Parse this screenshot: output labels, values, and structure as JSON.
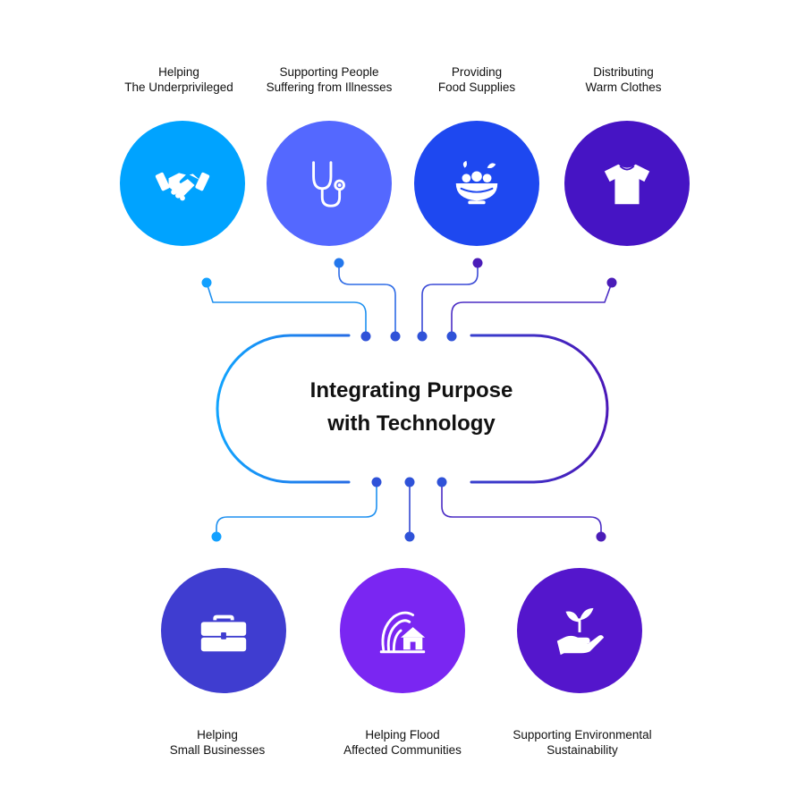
{
  "center": {
    "line1": "Integrating Purpose",
    "line2": "with Technology"
  },
  "top_items": [
    {
      "line1": "Helping",
      "line2": "The Underprivileged",
      "icon": "handshake-icon",
      "color": "#00A3FF"
    },
    {
      "line1": "Supporting People",
      "line2": "Suffering from Illnesses",
      "icon": "stethoscope-icon",
      "color": "#5468FF"
    },
    {
      "line1": "Providing",
      "line2": "Food Supplies",
      "icon": "salad-bowl-icon",
      "color": "#1E48F0"
    },
    {
      "line1": "Distributing",
      "line2": "Warm Clothes",
      "icon": "t-shirt-icon",
      "color": "#4614C4"
    }
  ],
  "bottom_items": [
    {
      "line1": "Helping",
      "line2": "Small Businesses",
      "icon": "briefcase-icon",
      "color": "#3F3DD0"
    },
    {
      "line1": "Helping Flood",
      "line2": "Affected Communities",
      "icon": "flood-house-icon",
      "color": "#7A26F2"
    },
    {
      "line1": "Supporting Environmental",
      "line2": "Sustainability",
      "icon": "plant-in-hand-icon",
      "color": "#5416CC"
    }
  ],
  "colors": {
    "line_start": "#10A6FF",
    "line_end": "#4A17B8",
    "node": "#2F52D8"
  }
}
